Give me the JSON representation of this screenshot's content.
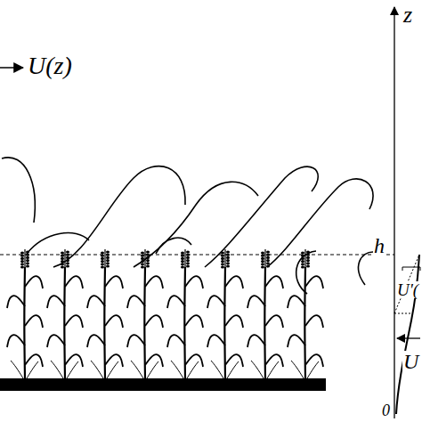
{
  "diagram": {
    "labels": [
      "U(z)",
      "z",
      "h",
      "U'(",
      "U",
      "0"
    ]
  }
}
